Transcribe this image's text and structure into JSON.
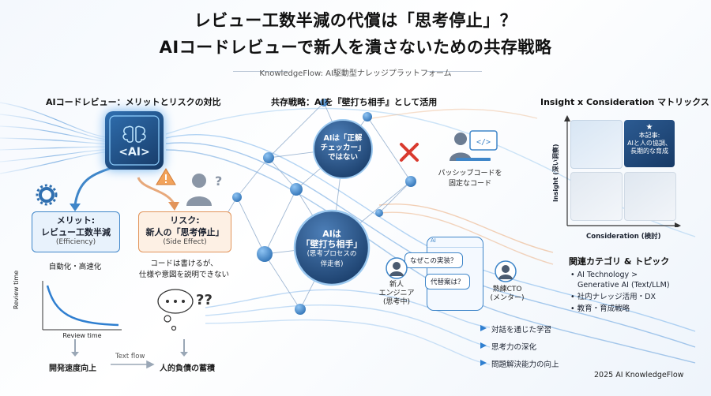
{
  "header": {
    "title_line1": "レビュー工数半減の代償は「思考停止」？",
    "title_line2": "AIコードレビューで新人を潰さないための共存戦略",
    "subtitle": "KnowledgeFlow: AI駆動型ナレッジプラットフォーム"
  },
  "left": {
    "heading": "AIコードレビュー：メリットとリスクの対比",
    "ai_chip": "<AI>",
    "merit_title_1": "メリット:",
    "merit_title_2": "レビュー工数半減",
    "merit_sub": "(Efficiency)",
    "merit_note": "自動化・高速化",
    "chart_ylabel": "Review time",
    "chart_xlabel": "Review time",
    "merit_result": "開発速度向上",
    "risk_title_1": "リスク:",
    "risk_title_2": "新人の「思考停止」",
    "risk_sub": "(Side Effect)",
    "risk_note_1": "コードは書けるが、",
    "risk_note_2": "仕様や意図を説明できない",
    "flow_label": "Text flow",
    "risk_result": "人的負債の蓄積"
  },
  "middle": {
    "heading": "共存戦略：AIを『壁打ち相手』として活用",
    "node1_l1": "AIは「正解",
    "node1_l2": "チェッカー」",
    "node1_l3": "ではない",
    "passive_l1": "パッシッブコードを",
    "passive_l2": "固定なコード",
    "node2_l1": "AIは",
    "node2_l2": "「壁打ち相手」",
    "node2_l3": "(思考プロセスの",
    "node2_l4": "伴走者)",
    "chat_q1": "なぜこの実装？",
    "chat_q2": "代替案は？",
    "newbie_l1": "新人",
    "newbie_l2": "エンジニア",
    "newbie_l3": "(思考中)",
    "cto_l1": "熟練CTO",
    "cto_l2": "(メンター)",
    "outcomes": [
      "対話を通じた学習",
      "思考力の深化",
      "問題解決能力の向上"
    ]
  },
  "right": {
    "heading": "Insight x Consideration マトリックス",
    "y_axis": "Insight (深い洞察)",
    "x_axis": "Consideration (検討)",
    "hl_l1": "本記事:",
    "hl_l2": "AIと人の協調、",
    "hl_l3": "長期的な育成",
    "related_heading": "関連カテゴリ & トピック",
    "topics": [
      {
        "l1": "AI Technology >",
        "l2": "Generative AI (Text/LLM)"
      },
      {
        "l1": "社内ナレッジ活用・DX",
        "l2": ""
      },
      {
        "l1": "教育・育成戦略",
        "l2": ""
      }
    ],
    "footer": "2025 AI KnowledgeFlow"
  },
  "colors": {
    "blue": "#2f7fd0",
    "navy": "#1f3f6e",
    "orange": "#e0884a",
    "red": "#d93a2e"
  }
}
